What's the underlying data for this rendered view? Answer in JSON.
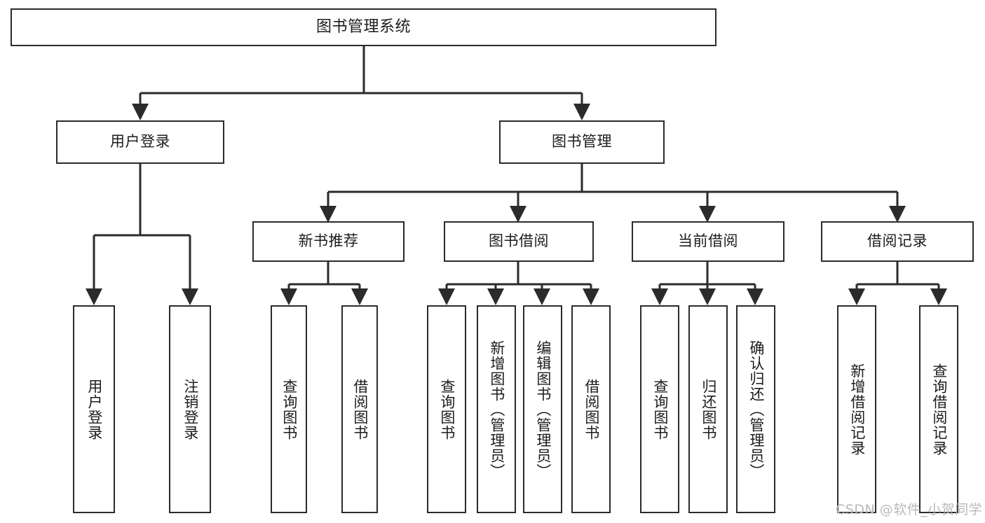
{
  "diagram": {
    "title": "图书管理系统",
    "type": "tree-hierarchy",
    "watermark": "CSDN @软件_小贺同学",
    "colors": {
      "box_border": "#2b2b2b",
      "box_fill": "#ffffff",
      "edge": "#2b2b2b",
      "text": "#1c1c1c",
      "watermark": "#b9b9b9",
      "background": "#ffffff"
    },
    "nodes": {
      "root": {
        "label": "图书管理系统"
      },
      "level1": [
        {
          "id": "user-login",
          "label": "用户登录"
        },
        {
          "id": "book-management",
          "label": "图书管理"
        }
      ],
      "level2": [
        {
          "id": "new-book-recommend",
          "label": "新书推荐"
        },
        {
          "id": "book-borrow",
          "label": "图书借阅"
        },
        {
          "id": "current-borrow",
          "label": "当前借阅"
        },
        {
          "id": "borrow-record",
          "label": "借阅记录"
        }
      ],
      "leaves": {
        "user_login": [
          {
            "id": "leaf-user-login",
            "label": "用户登录"
          },
          {
            "id": "leaf-logout-login",
            "label": "注销登录"
          }
        ],
        "new_book_recommend": [
          {
            "id": "leaf-query-book-1",
            "label": "查询图书"
          },
          {
            "id": "leaf-borrow-book-1",
            "label": "借阅图书"
          }
        ],
        "book_borrow": [
          {
            "id": "leaf-query-book-2",
            "label": "查询图书"
          },
          {
            "id": "leaf-add-book-admin",
            "label": "新增图书（管理员）"
          },
          {
            "id": "leaf-edit-book-admin",
            "label": "编辑图书（管理员）"
          },
          {
            "id": "leaf-borrow-book-2",
            "label": "借阅图书"
          }
        ],
        "current_borrow": [
          {
            "id": "leaf-query-book-3",
            "label": "查询图书"
          },
          {
            "id": "leaf-return-book",
            "label": "归还图书"
          },
          {
            "id": "leaf-confirm-return-admin",
            "label": "确认归还（管理员）"
          }
        ],
        "borrow_record": [
          {
            "id": "leaf-add-borrow-record",
            "label": "新增借阅记录"
          },
          {
            "id": "leaf-query-borrow-record",
            "label": "查询借阅记录"
          }
        ]
      }
    }
  }
}
